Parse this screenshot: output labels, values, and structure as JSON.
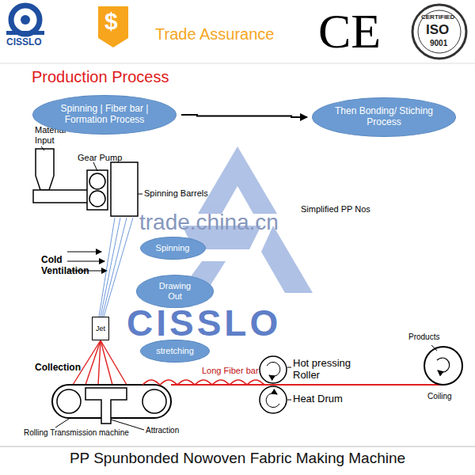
{
  "diagram": {
    "title": "Production Process",
    "caption": "PP Spunbonded Nowoven Fabric Making Machine",
    "nodes": [
      {
        "text": [
          "Spinning | Fiber bar | Formation Process"
        ]
      },
      {
        "text": [
          "Then Bonding/ Stiching Process"
        ]
      },
      {
        "text": [
          "Spinning"
        ]
      },
      {
        "text": [
          "Drawing Out"
        ]
      },
      {
        "text": [
          "Jet"
        ]
      },
      {
        "text": [
          "stretching"
        ]
      }
    ],
    "edges": [
      {
        "from": 0,
        "to": 1,
        "arrow": "to"
      }
    ],
    "labels": [
      "CISSLO",
      "$",
      "Trade Assurance",
      "CE",
      "CERTIFIED",
      "ISO",
      "9001",
      "Material Input",
      "Gear Pump",
      "Spinning Barrels",
      "Simplified PP Nos",
      "Cold Ventilation",
      "Collection",
      "Long Fiber bar",
      "Hot pressing Roller",
      "Heat Drum",
      "Products",
      "Coiling",
      "Rolling Transmission machine",
      "Attraction",
      "trade.china.cn",
      "CISSLO"
    ]
  }
}
